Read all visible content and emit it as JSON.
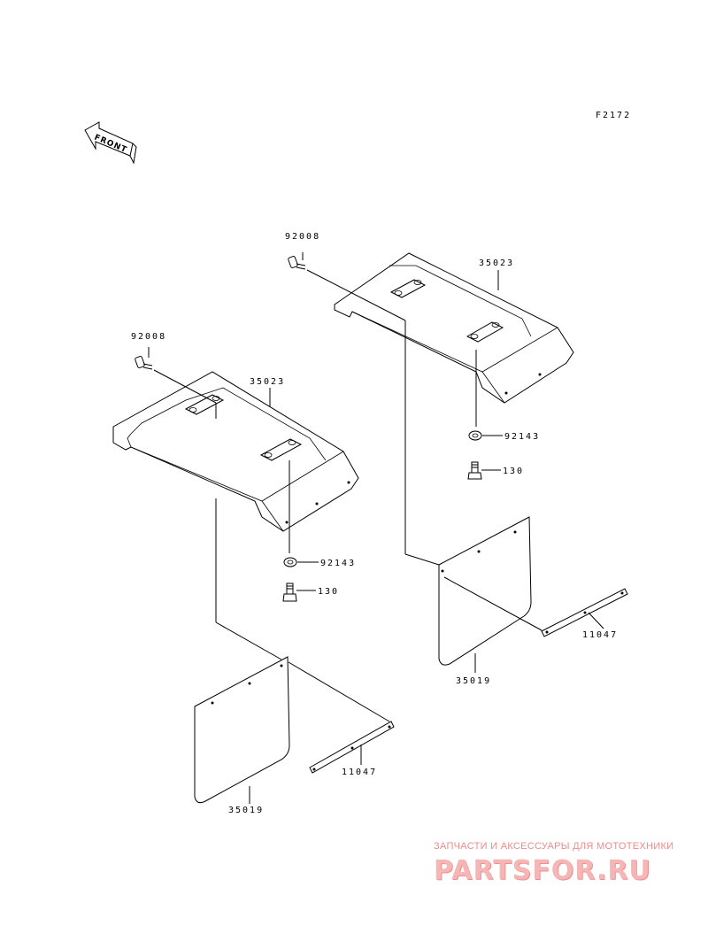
{
  "figure": {
    "id": "F2172"
  },
  "front_arrow": {
    "text": "FRONT"
  },
  "parts": [
    {
      "key": "bolt_upper",
      "number": "92008"
    },
    {
      "key": "fender_upper",
      "number": "35023"
    },
    {
      "key": "bolt_lower",
      "number": "92008"
    },
    {
      "key": "fender_lower",
      "number": "35023"
    },
    {
      "key": "washer_upper",
      "number": "92143"
    },
    {
      "key": "screw_upper",
      "number": "130"
    },
    {
      "key": "washer_lower",
      "number": "92143"
    },
    {
      "key": "screw_lower",
      "number": "130"
    },
    {
      "key": "plate_upper",
      "number": "11047"
    },
    {
      "key": "flap_upper",
      "number": "35019"
    },
    {
      "key": "plate_lower",
      "number": "11047"
    },
    {
      "key": "flap_lower",
      "number": "35019"
    }
  ],
  "watermark": {
    "tagline": "ЗАПЧАСТИ И АКСЕССУАРЫ ДЛЯ МОТОТЕХНИКИ",
    "logo": "PARTSFOR.RU"
  },
  "colors": {
    "line": "#000000",
    "background": "#ffffff",
    "watermark": "#f08a8a"
  }
}
